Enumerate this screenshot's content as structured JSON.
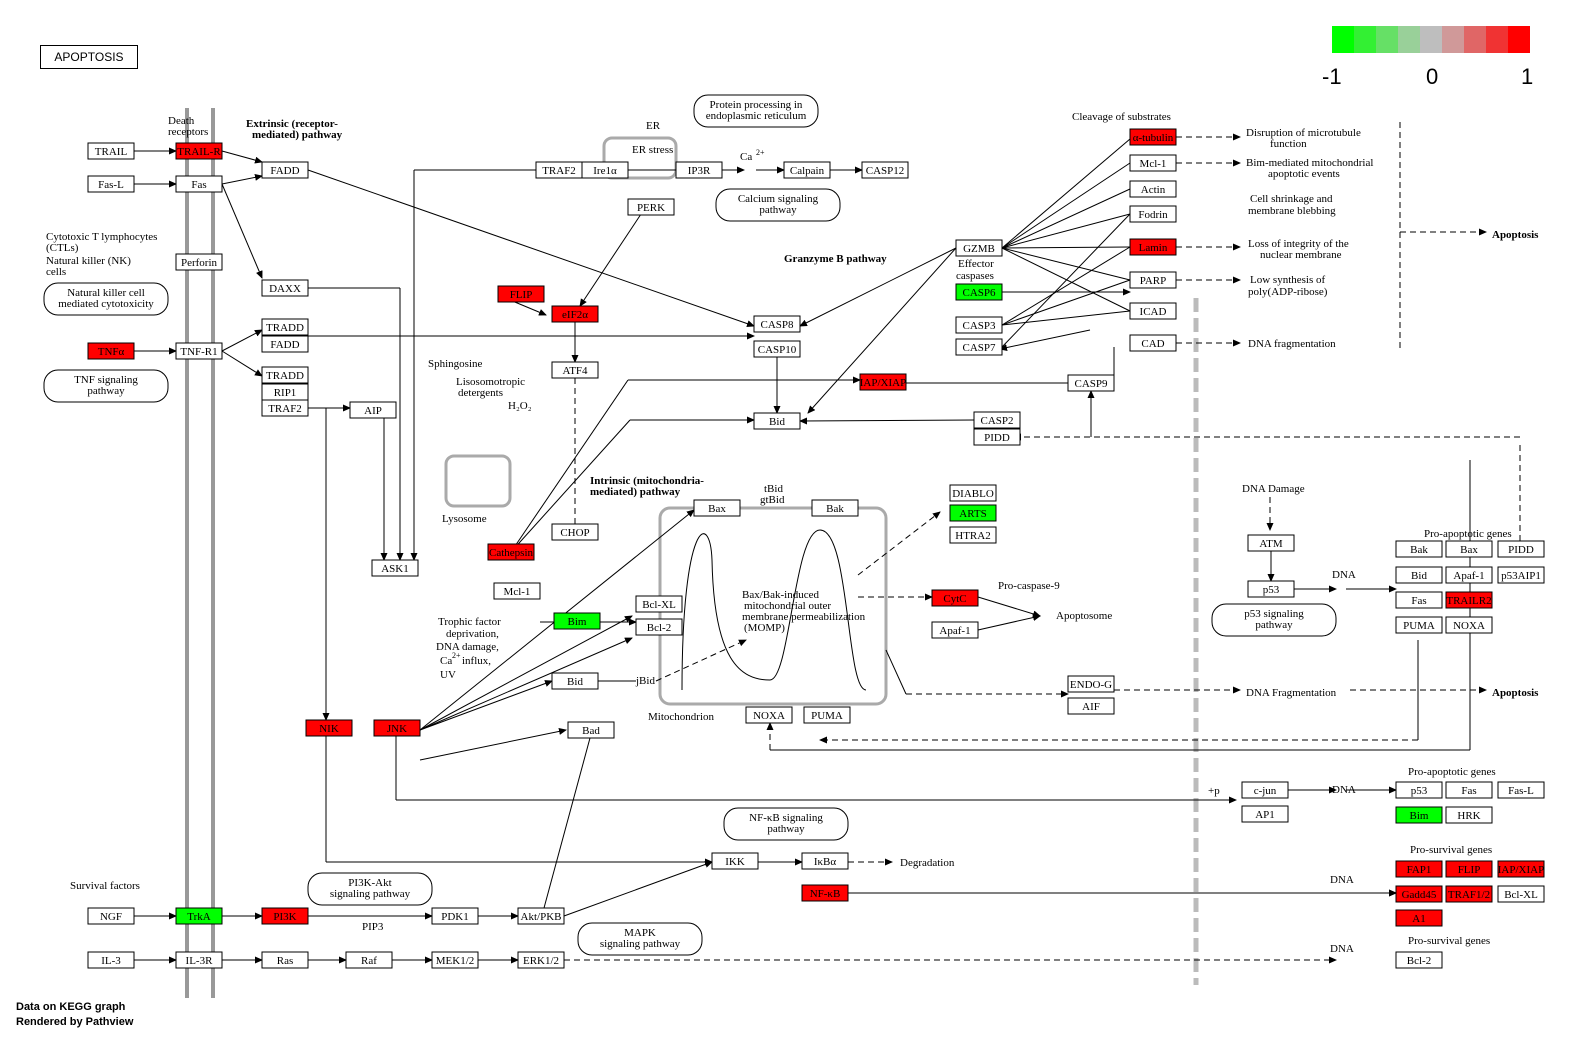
{
  "title": "APOPTOSIS",
  "footer": [
    "Data on KEGG graph",
    "Rendered by Pathview"
  ],
  "legend": {
    "min_label": "-1",
    "mid_label": "0",
    "max_label": "1",
    "colors": [
      "#00FF00",
      "#33F033",
      "#66E066",
      "#99D099",
      "#BEBEBE",
      "#D09999",
      "#E06666",
      "#F03333",
      "#FF0000"
    ]
  },
  "colors": {
    "up": "#FF0000",
    "down": "#00FF00",
    "none": "#FFFFFF"
  },
  "nodes": [
    {
      "label": "TRAIL",
      "state": "none"
    },
    {
      "label": "TRAIL-R",
      "state": "up"
    },
    {
      "label": "Fas-L",
      "state": "none"
    },
    {
      "label": "Fas",
      "state": "none"
    },
    {
      "label": "FADD",
      "state": "none"
    },
    {
      "label": "Perforin",
      "state": "none"
    },
    {
      "label": "DAXX",
      "state": "none"
    },
    {
      "label": "TNFα",
      "state": "up"
    },
    {
      "label": "TNF-R1",
      "state": "none"
    },
    {
      "label": "TRADD",
      "state": "none"
    },
    {
      "label": "FADD",
      "state": "none"
    },
    {
      "label": "TRADD",
      "state": "none"
    },
    {
      "label": "RIP1",
      "state": "none"
    },
    {
      "label": "TRAF2",
      "state": "none"
    },
    {
      "label": "AIP",
      "state": "none"
    },
    {
      "label": "TRAF2",
      "state": "none"
    },
    {
      "label": "Ire1α",
      "state": "none"
    },
    {
      "label": "PERK",
      "state": "none"
    },
    {
      "label": "IP3R",
      "state": "none"
    },
    {
      "label": "Calpain",
      "state": "none"
    },
    {
      "label": "CASP12",
      "state": "none"
    },
    {
      "label": "FLIP",
      "state": "up"
    },
    {
      "label": "eIF2α",
      "state": "up"
    },
    {
      "label": "ATF4",
      "state": "none"
    },
    {
      "label": "CHOP",
      "state": "none"
    },
    {
      "label": "CASP8",
      "state": "none"
    },
    {
      "label": "CASP10",
      "state": "none"
    },
    {
      "label": "GZMB",
      "state": "none"
    },
    {
      "label": "CASP6",
      "state": "down"
    },
    {
      "label": "CASP3",
      "state": "none"
    },
    {
      "label": "CASP7",
      "state": "none"
    },
    {
      "label": "IAP/XIAP",
      "state": "up"
    },
    {
      "label": "CASP9",
      "state": "none"
    },
    {
      "label": "Bid",
      "state": "none"
    },
    {
      "label": "CASP2",
      "state": "none"
    },
    {
      "label": "PIDD",
      "state": "none"
    },
    {
      "label": "α-tubulin",
      "state": "up"
    },
    {
      "label": "Mcl-1",
      "state": "none"
    },
    {
      "label": "Actin",
      "state": "none"
    },
    {
      "label": "Fodrin",
      "state": "none"
    },
    {
      "label": "Lamin",
      "state": "up"
    },
    {
      "label": "PARP",
      "state": "none"
    },
    {
      "label": "ICAD",
      "state": "none"
    },
    {
      "label": "CAD",
      "state": "none"
    },
    {
      "label": "Cathepsin",
      "state": "up"
    },
    {
      "label": "ASK1",
      "state": "none"
    },
    {
      "label": "Mcl-1",
      "state": "none"
    },
    {
      "label": "Bim",
      "state": "down"
    },
    {
      "label": "Bcl-XL",
      "state": "none"
    },
    {
      "label": "Bcl-2",
      "state": "none"
    },
    {
      "label": "Bax",
      "state": "none"
    },
    {
      "label": "Bak",
      "state": "none"
    },
    {
      "label": "DIABLO",
      "state": "none"
    },
    {
      "label": "ARTS",
      "state": "down"
    },
    {
      "label": "HTRA2",
      "state": "none"
    },
    {
      "label": "CytC",
      "state": "up"
    },
    {
      "label": "Apaf-1",
      "state": "none"
    },
    {
      "label": "ENDO-G",
      "state": "none"
    },
    {
      "label": "AIF",
      "state": "none"
    },
    {
      "label": "NOXA",
      "state": "none"
    },
    {
      "label": "PUMA",
      "state": "none"
    },
    {
      "label": "Bid",
      "state": "none"
    },
    {
      "label": "Bad",
      "state": "none"
    },
    {
      "label": "NIK",
      "state": "up"
    },
    {
      "label": "JNK",
      "state": "up"
    },
    {
      "label": "ATM",
      "state": "none"
    },
    {
      "label": "p53",
      "state": "none"
    },
    {
      "label": "Bak",
      "state": "none"
    },
    {
      "label": "Bax",
      "state": "none"
    },
    {
      "label": "PIDD",
      "state": "none"
    },
    {
      "label": "Bid",
      "state": "none"
    },
    {
      "label": "Apaf-1",
      "state": "none"
    },
    {
      "label": "p53AIP1",
      "state": "none"
    },
    {
      "label": "Fas",
      "state": "none"
    },
    {
      "label": "TRAILR2",
      "state": "up"
    },
    {
      "label": "PUMA",
      "state": "none"
    },
    {
      "label": "NOXA",
      "state": "none"
    },
    {
      "label": "c-jun",
      "state": "none"
    },
    {
      "label": "AP1",
      "state": "none"
    },
    {
      "label": "p53",
      "state": "none"
    },
    {
      "label": "Fas",
      "state": "none"
    },
    {
      "label": "Fas-L",
      "state": "none"
    },
    {
      "label": "Bim",
      "state": "down"
    },
    {
      "label": "HRK",
      "state": "none"
    },
    {
      "label": "IKK",
      "state": "none"
    },
    {
      "label": "IκBα",
      "state": "none"
    },
    {
      "label": "NF-κB",
      "state": "up"
    },
    {
      "label": "NGF",
      "state": "none"
    },
    {
      "label": "TrkA",
      "state": "down"
    },
    {
      "label": "PI3K",
      "state": "up"
    },
    {
      "label": "PDK1",
      "state": "none"
    },
    {
      "label": "Akt/PKB",
      "state": "none"
    },
    {
      "label": "IL-3",
      "state": "none"
    },
    {
      "label": "IL-3R",
      "state": "none"
    },
    {
      "label": "Ras",
      "state": "none"
    },
    {
      "label": "Raf",
      "state": "none"
    },
    {
      "label": "MEK1/2",
      "state": "none"
    },
    {
      "label": "ERK1/2",
      "state": "none"
    },
    {
      "label": "FAP1",
      "state": "up"
    },
    {
      "label": "FLIP",
      "state": "up"
    },
    {
      "label": "IAP/XIAP",
      "state": "up"
    },
    {
      "label": "Gadd45",
      "state": "up"
    },
    {
      "label": "TRAF1/2",
      "state": "up"
    },
    {
      "label": "Bcl-XL",
      "state": "none"
    },
    {
      "label": "A1",
      "state": "up"
    },
    {
      "label": "Bcl-2",
      "state": "none"
    }
  ],
  "pathways": [
    [
      "Protein processing in",
      "endoplasmic reticulum"
    ],
    [
      "Calcium signaling",
      "pathway"
    ],
    [
      "Natural killer cell",
      "mediated cytotoxicity"
    ],
    [
      "TNF signaling",
      "pathway"
    ],
    [
      "p53 signaling",
      "pathway"
    ],
    [
      "NF-κB signaling",
      "pathway"
    ],
    [
      "PI3K-Akt",
      "signaling pathway"
    ],
    [
      "MAPK",
      "signaling pathway"
    ]
  ],
  "labels": [
    "Death",
    "receptors",
    "Extrinsic (receptor-",
    "mediated) pathway",
    "ER",
    "ER stress",
    "Ca",
    "2+",
    "Cytotoxic T lymphocytes",
    "(CTLs)",
    "Natural killer (NK)",
    "cells",
    "Granzyme B pathway",
    "Effector",
    "caspases",
    "Cleavage of substrates",
    "Disruption of microtubule",
    "function",
    "Bim-mediated mitochondrial",
    "apoptotic events",
    "Cell shrinkage and",
    "membrane blebbing",
    "Loss of integrity of the",
    "nuclear membrane",
    "Low synthesis of",
    "poly(ADP-ribose)",
    "DNA fragmentation",
    "Apoptosis",
    "Sphingosine",
    "Lisosomotropic",
    "detergents",
    "H₂O₂",
    "Lysosome",
    "Intrinsic (mitochondria-",
    "mediated) pathway",
    "tBid",
    "gtBid",
    "Bax/Bak-induced",
    "mitochondrial outer",
    "membrane permeabilization",
    "(MOMP)",
    "Pro-caspase-9",
    "Apoptosome",
    "Mitochondrion",
    "DNA Fragmentation",
    "Apoptosis",
    "DNA Damage",
    "DNA",
    "Pro-apoptotic genes",
    "Trophic factor",
    "deprivation,",
    "DNA damage,",
    "Ca",
    "2+",
    "influx,",
    "UV",
    "jBid",
    "+p",
    "Pro-apoptotic genes",
    "DNA",
    "Degradation",
    "Survival factors",
    "PIP3",
    "Pro-survival genes",
    "DNA",
    "DNA",
    "Pro-survival genes"
  ]
}
